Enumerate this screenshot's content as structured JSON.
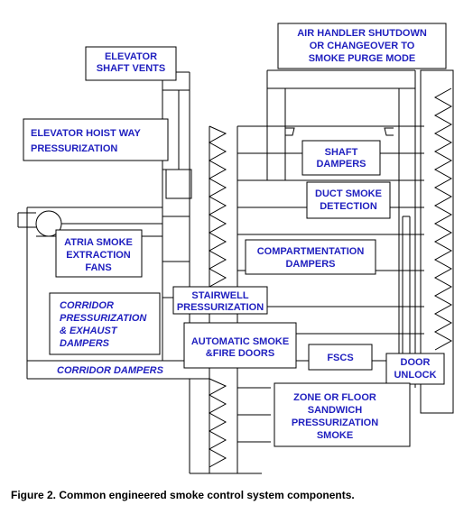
{
  "labels": {
    "elevator_shaft_vents": [
      "ELEVATOR",
      "SHAFT VENTS"
    ],
    "air_handler": [
      "AIR HANDLER SHUTDOWN",
      "OR CHANGEOVER TO",
      "SMOKE PURGE MODE"
    ],
    "hoist_way": [
      "ELEVATOR HOIST WAY",
      "PRESSURIZATION"
    ],
    "shaft_dampers": [
      "SHAFT",
      "DAMPERS"
    ],
    "duct_smoke": [
      "DUCT SMOKE",
      "DETECTION"
    ],
    "atria": [
      "ATRIA SMOKE",
      "EXTRACTION",
      "FANS"
    ],
    "compartmentation": [
      "COMPARTMENTATION",
      "DAMPERS"
    ],
    "corridor_pressurization": [
      "CORRIDOR",
      "PRESSURIZATION",
      "& EXHAUST",
      "DAMPERS"
    ],
    "stairwell": [
      "STAIRWELL",
      "PRESSURIZATION"
    ],
    "automatic_smoke": [
      "AUTOMATIC SMOKE",
      "&FIRE DOORS"
    ],
    "fscs": [
      "FSCS"
    ],
    "door_unlock": [
      "DOOR",
      "UNLOCK"
    ],
    "corridor_dampers": [
      "CORRIDOR DAMPERS"
    ],
    "zone_sandwich": [
      "ZONE OR FLOOR",
      "SANDWICH",
      "PRESSURIZATION",
      "SMOKE"
    ]
  },
  "caption": "Figure 2.  Common engineered smoke control system components.",
  "colors": {
    "label": "#1f1fbf",
    "line": "#000000"
  }
}
